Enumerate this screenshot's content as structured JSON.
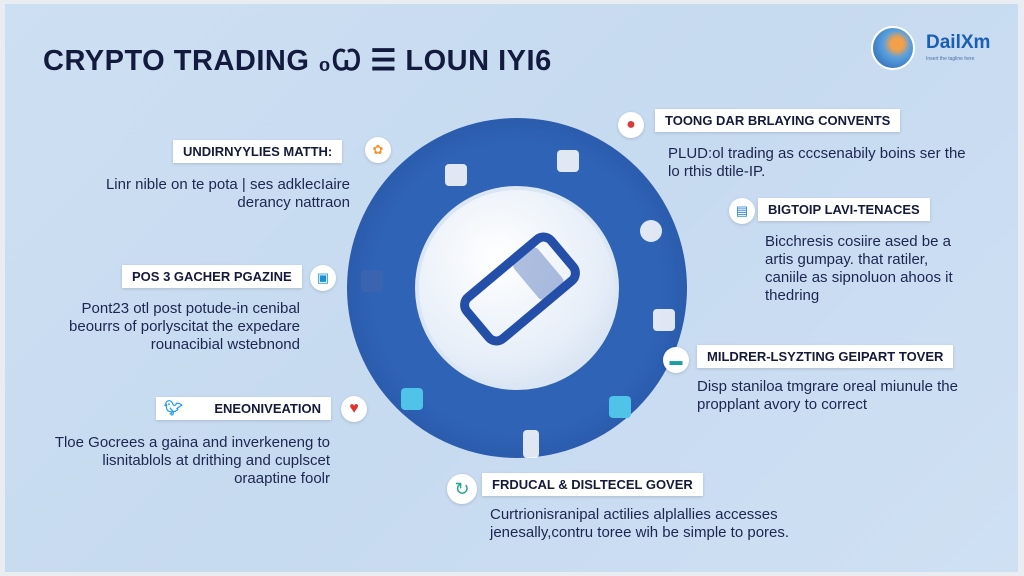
{
  "title": "CRYPTO TRADING ₀Ꞷ ☰ LOUN IYI6",
  "logo": {
    "name": "DailXm",
    "tagline": "Insert the tagline here"
  },
  "items": [
    {
      "label": "UNDIRNYYLIES MATTH:",
      "desc": [
        "Linr nible on te pota | ses adklecIaire",
        "derancy nattraon"
      ],
      "icon": "globe-icon",
      "icon_color": "#f0962e"
    },
    {
      "label": "POS 3 GACHER PGAZINE",
      "desc": [
        "Pont23 otl post potude-in cenibal",
        "beourrs of porlyscitat the expedare",
        "rounacibial wstebnond"
      ],
      "icon": "chat-icon",
      "icon_color": "#1b8fd6"
    },
    {
      "label": "ENEONIVEATION",
      "desc": [
        "Tloe Gocrees a gaina and inverkeneng to",
        "lisnitablols at drithing and cuplscet",
        "oraaptine foolr"
      ],
      "icon": "heart-icon",
      "icon_color": "#e0322c",
      "inner_icon": "twitter-icon"
    },
    {
      "label": "TOONG DAR BRLAYING CONVENTS",
      "desc": [
        "PLUD:ol trading as cccsenabily boins ser the",
        "lo rthis dtile-IP."
      ],
      "icon": "chip-icon",
      "icon_color": "#d93a3a"
    },
    {
      "label": "BIGTOIP LAVI-TENACES",
      "desc": [
        "Bicchresis cosiire ased be a",
        "artis gumpay. that ratiler,",
        "caniile as sipnoluon ahoos it",
        "thedring"
      ],
      "icon": "card-icon",
      "icon_color": "#1b7fd6"
    },
    {
      "label": "MILDRER-LSYZTING GEIPART TOVER",
      "desc": [
        "Disp staniloa tmgrare oreal miunule the",
        "propplant avory to correct"
      ],
      "icon": "wallet-icon",
      "icon_color": "#1aa0a0"
    },
    {
      "label": "FRDUCAL & DISLTECEL GOVER",
      "desc": [
        "Curtrionisranipal actilies alplallies accesses",
        "jenesally,contru toree wih be simple to pores."
      ],
      "icon": "refresh-icon",
      "icon_color": "#1fa88a"
    }
  ],
  "colors": {
    "ring": "#2f63b6",
    "title": "#121a3e",
    "accent": "#1b5fb4"
  }
}
